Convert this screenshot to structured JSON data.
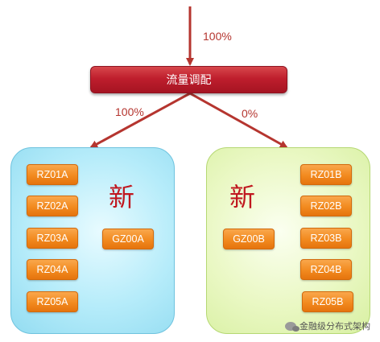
{
  "top_input": {
    "label": "100%"
  },
  "router": {
    "label": "流量调配"
  },
  "branches": {
    "left": {
      "label": "100%"
    },
    "right": {
      "label": "0%"
    }
  },
  "group_a": {
    "tag": "新",
    "nodes": [
      "RZ01A",
      "RZ02A",
      "RZ03A",
      "RZ04A",
      "RZ05A"
    ],
    "gz": "GZ00A"
  },
  "group_b": {
    "tag": "新",
    "nodes": [
      "RZ01B",
      "RZ02B",
      "RZ03B",
      "RZ04B",
      "RZ05B"
    ],
    "gz": "GZ00B"
  },
  "watermark": {
    "text": "金融级分布式架构"
  },
  "colors": {
    "arrow": "#b5352f",
    "router": "#bf1e2d",
    "node": "#f28a1f",
    "group_a": "#b6ecfa",
    "group_b": "#eaf8c4"
  }
}
